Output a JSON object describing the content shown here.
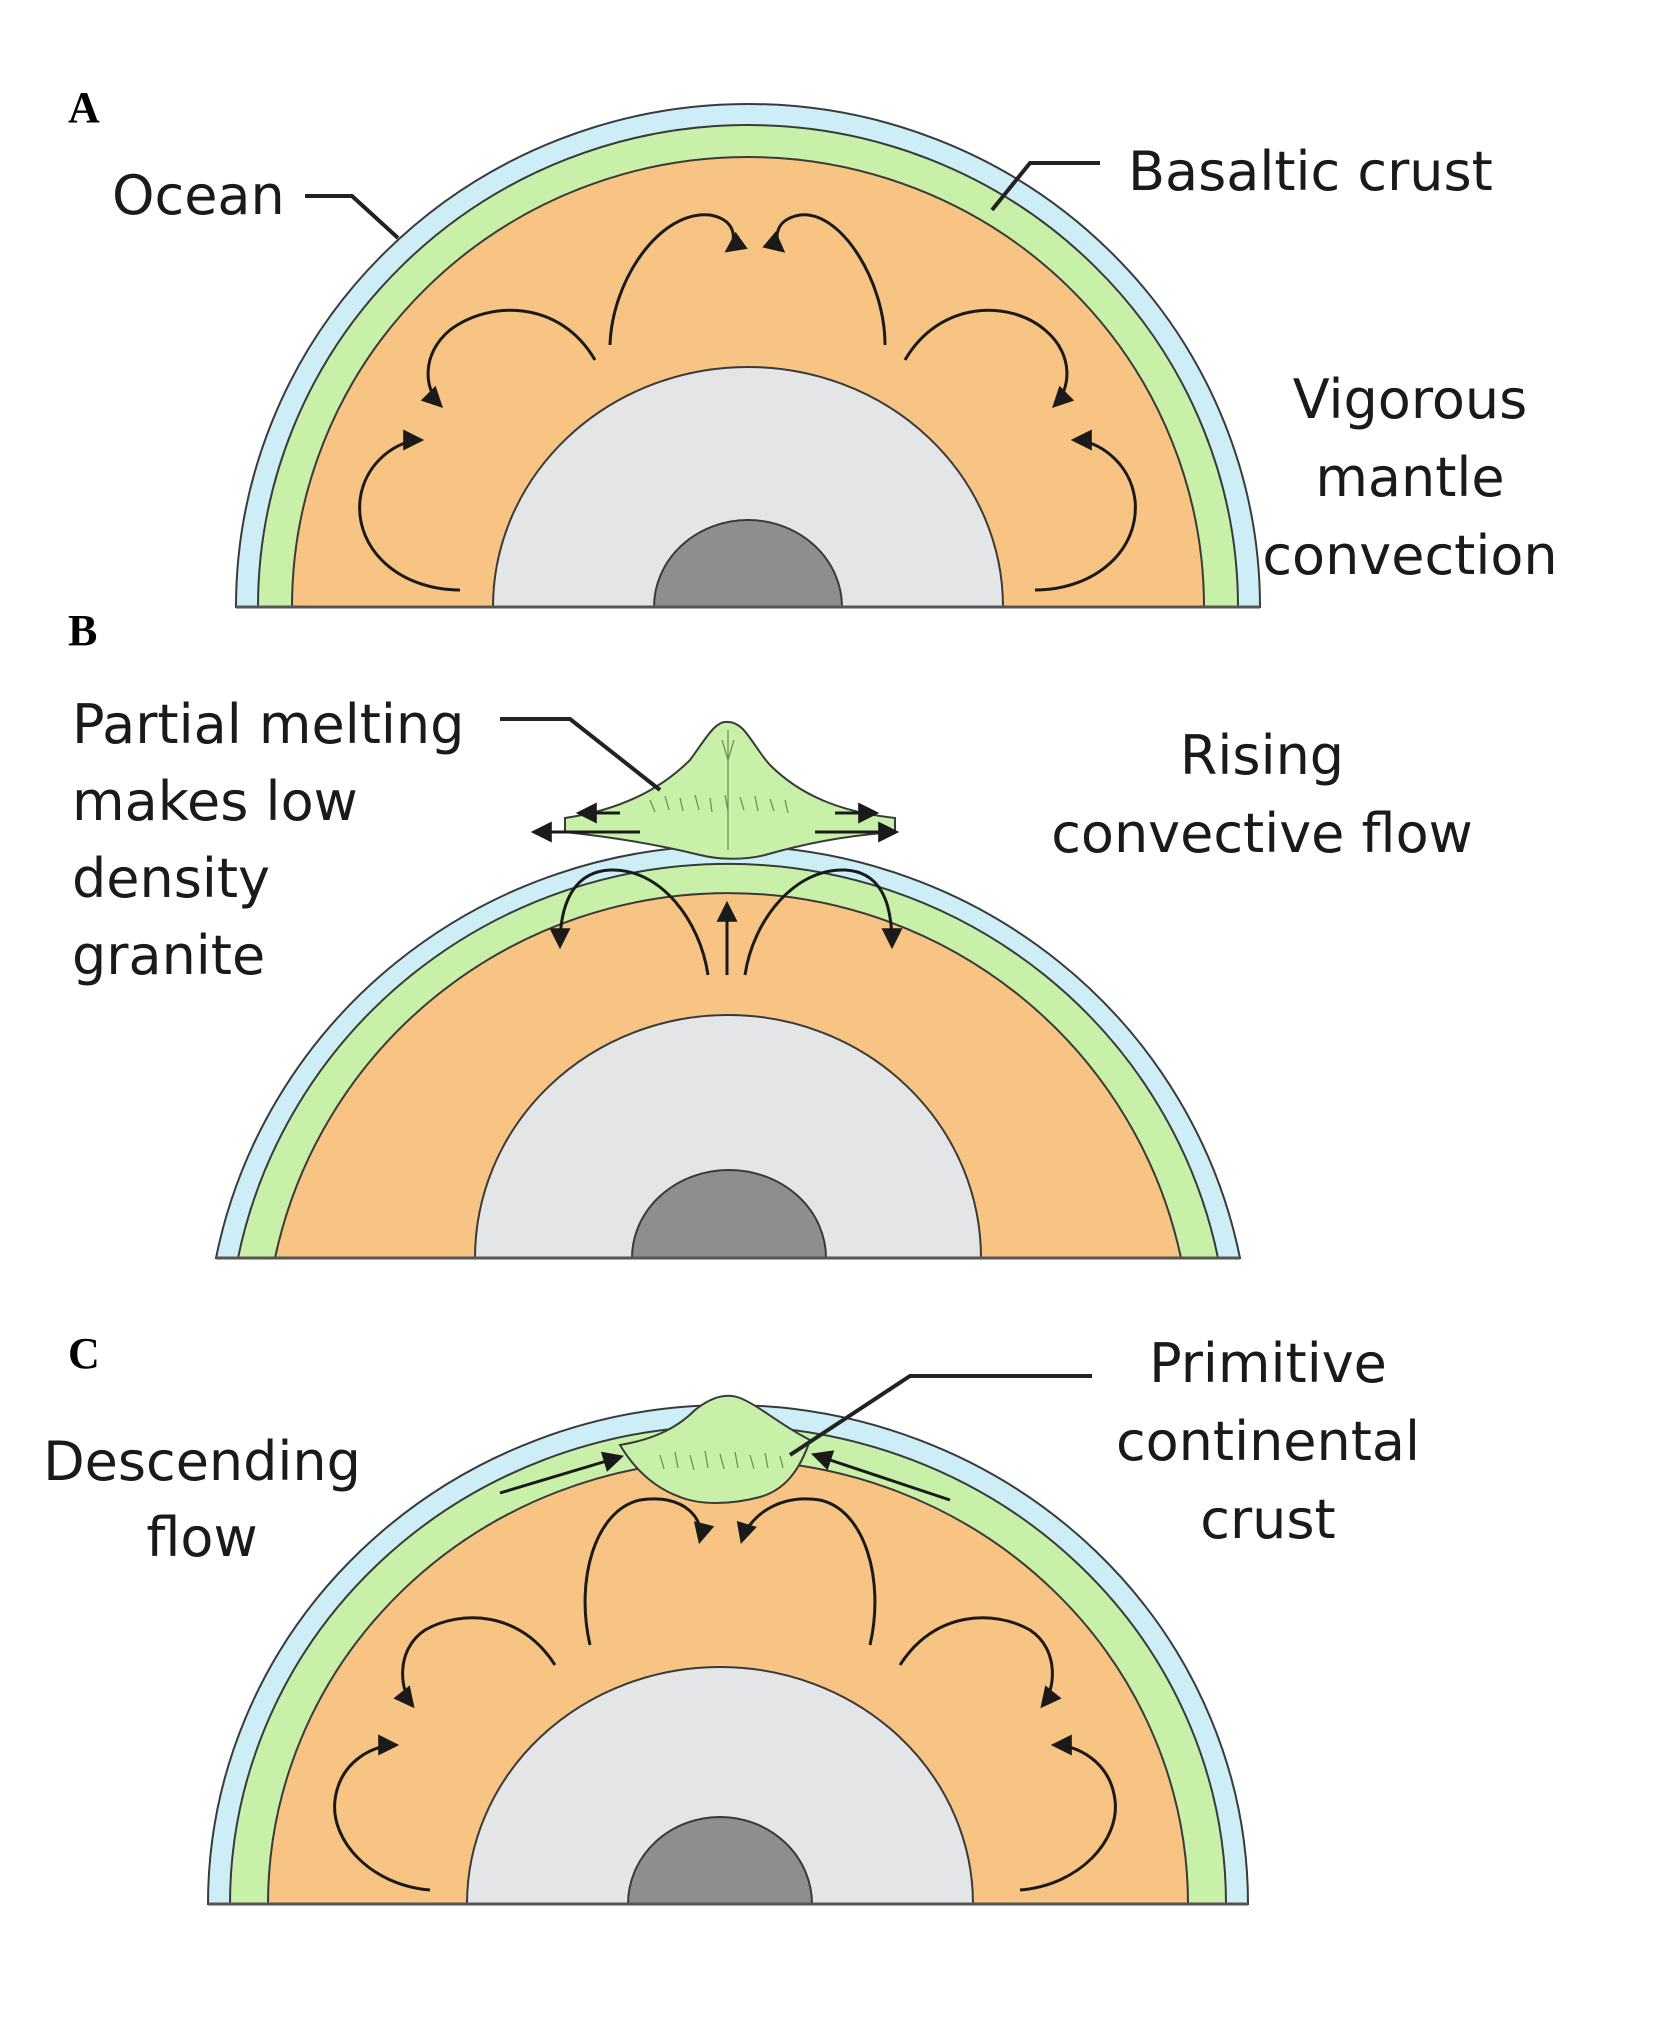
{
  "colors": {
    "ocean": "#cdeef6",
    "crust": "#c9f0a8",
    "mantle": "#f7c483",
    "outer_core": "#e3e5e6",
    "inner_core": "#8e8e8e",
    "outline": "#3a3a3a"
  },
  "panels": [
    {
      "letter": "A",
      "labels": {
        "ocean": "Ocean",
        "basaltic_crust": "Basaltic crust",
        "convection_l1": "Vigorous",
        "convection_l2": "mantle",
        "convection_l3": "convection"
      }
    },
    {
      "letter": "B",
      "labels": {
        "melting_l1": "Partial melting",
        "melting_l2": "makes low",
        "melting_l3": "density",
        "melting_l4": "granite",
        "rising_l1": "Rising",
        "rising_l2": "convective flow"
      }
    },
    {
      "letter": "C",
      "labels": {
        "descending_l1": "Descending",
        "descending_l2": "flow",
        "primitive_l1": "Primitive",
        "primitive_l2": "continental",
        "primitive_l3": "crust"
      }
    }
  ]
}
